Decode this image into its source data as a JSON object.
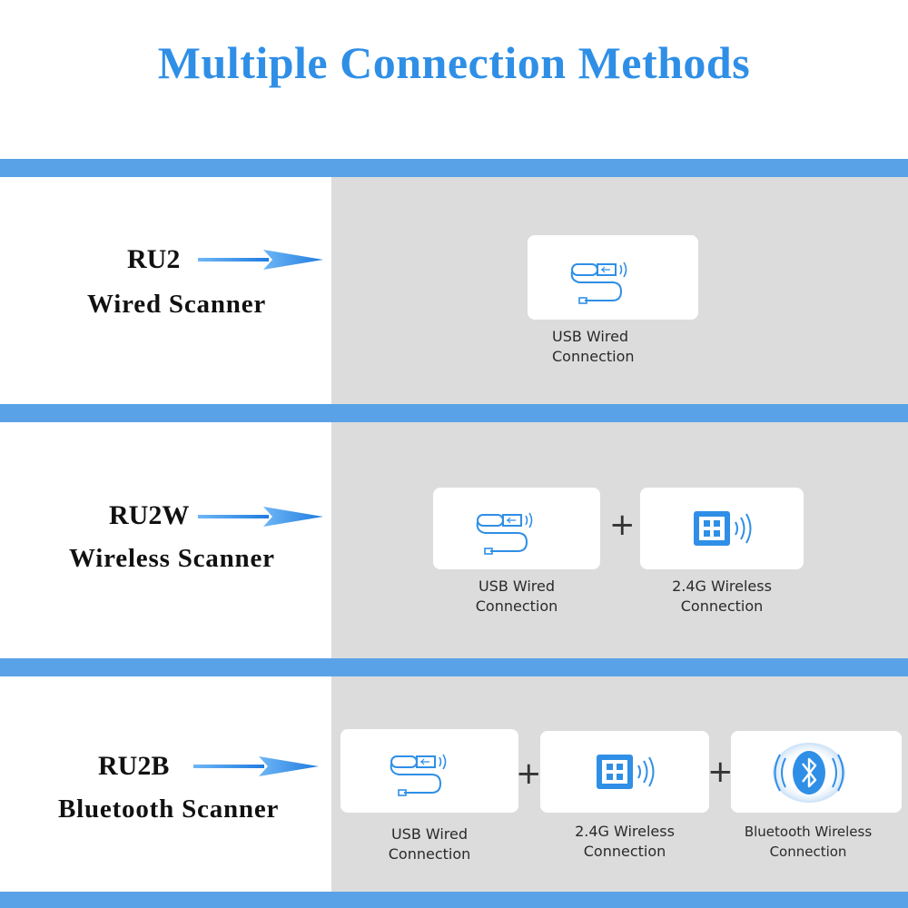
{
  "title": "Multiple Connection Methods",
  "colors": {
    "title": "#2f8fe6",
    "band": "#5aa2e8",
    "icon": "#2f8fe6",
    "panel": "#dcdcdc"
  },
  "rows": [
    {
      "model": "RU2",
      "description": "Wired Scanner",
      "methods": [
        {
          "icon": "usb-cable-icon",
          "caption_line1": "USB Wired",
          "caption_line2": "Connection"
        }
      ]
    },
    {
      "model": "RU2W",
      "description": "Wireless Scanner",
      "methods": [
        {
          "icon": "usb-cable-icon",
          "caption_line1": "USB Wired",
          "caption_line2": "Connection"
        },
        {
          "icon": "usb-dongle-icon",
          "caption_line1": "2.4G Wireless",
          "caption_line2": "Connection"
        }
      ]
    },
    {
      "model": "RU2B",
      "description": "Bluetooth Scanner",
      "methods": [
        {
          "icon": "usb-cable-icon",
          "caption_line1": "USB Wired",
          "caption_line2": "Connection"
        },
        {
          "icon": "usb-dongle-icon",
          "caption_line1": "2.4G Wireless",
          "caption_line2": "Connection"
        },
        {
          "icon": "bluetooth-icon",
          "caption_line1": "Bluetooth Wireless",
          "caption_line2": "Connection"
        }
      ]
    }
  ],
  "plus_sign": "+"
}
